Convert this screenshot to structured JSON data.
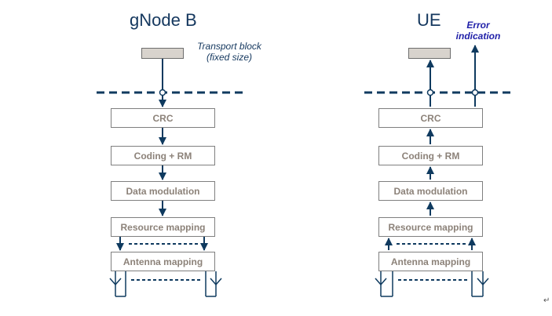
{
  "gnb": {
    "title": "gNode B",
    "transport_label_1": "Transport block",
    "transport_label_2": "(fixed size)",
    "blocks": [
      "CRC",
      "Coding + RM",
      "Data modulation",
      "Resource mapping",
      "Antenna mapping"
    ]
  },
  "ue": {
    "title": "UE",
    "error_label_1": "Error",
    "error_label_2": "indication",
    "blocks": [
      "CRC",
      "Coding + RM",
      "Data modulation",
      "Resource mapping",
      "Antenna mapping"
    ]
  },
  "page": {
    "return_mark": "↵"
  },
  "colors": {
    "line": "#0f3a5f",
    "box_text": "#8c8279",
    "title": "#14375e",
    "error": "#1f1fa8",
    "tb_fill": "#d8d3cd"
  }
}
